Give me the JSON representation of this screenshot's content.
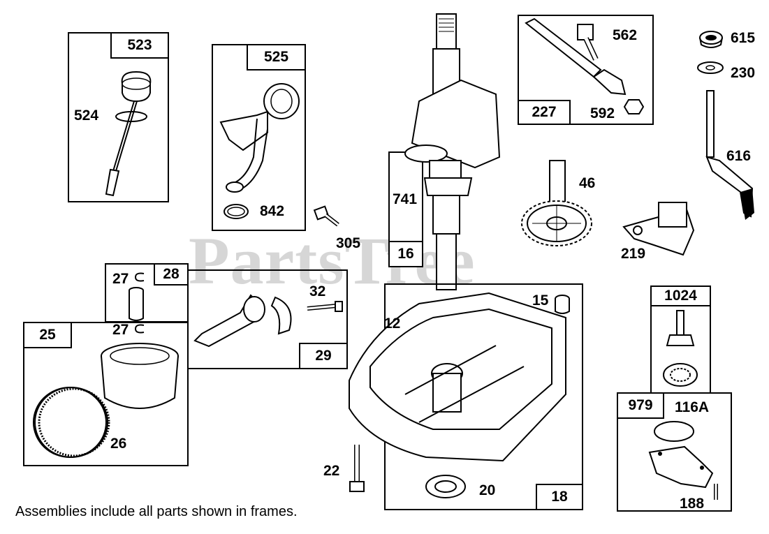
{
  "watermark": "PartsTree",
  "note": "Assemblies include all parts shown in frames.",
  "frames": {
    "dipstick": "523",
    "tube": "525",
    "crankshaft": "16",
    "governor": "227",
    "rod_pin": "28",
    "rod": "29",
    "piston": "25",
    "sump": "18",
    "pump": "1024",
    "pump_cover": "979"
  },
  "labels": {
    "p524": "524",
    "p842": "842",
    "p305": "305",
    "p741": "741",
    "p562": "562",
    "p592": "592",
    "p615": "615",
    "p230": "230",
    "p616": "616",
    "p46": "46",
    "p219": "219",
    "p27a": "27",
    "p27b": "27",
    "p32": "32",
    "p26": "26",
    "p15": "15",
    "p12": "12",
    "p22": "22",
    "p20": "20",
    "p116a": "116A",
    "p188": "188"
  }
}
